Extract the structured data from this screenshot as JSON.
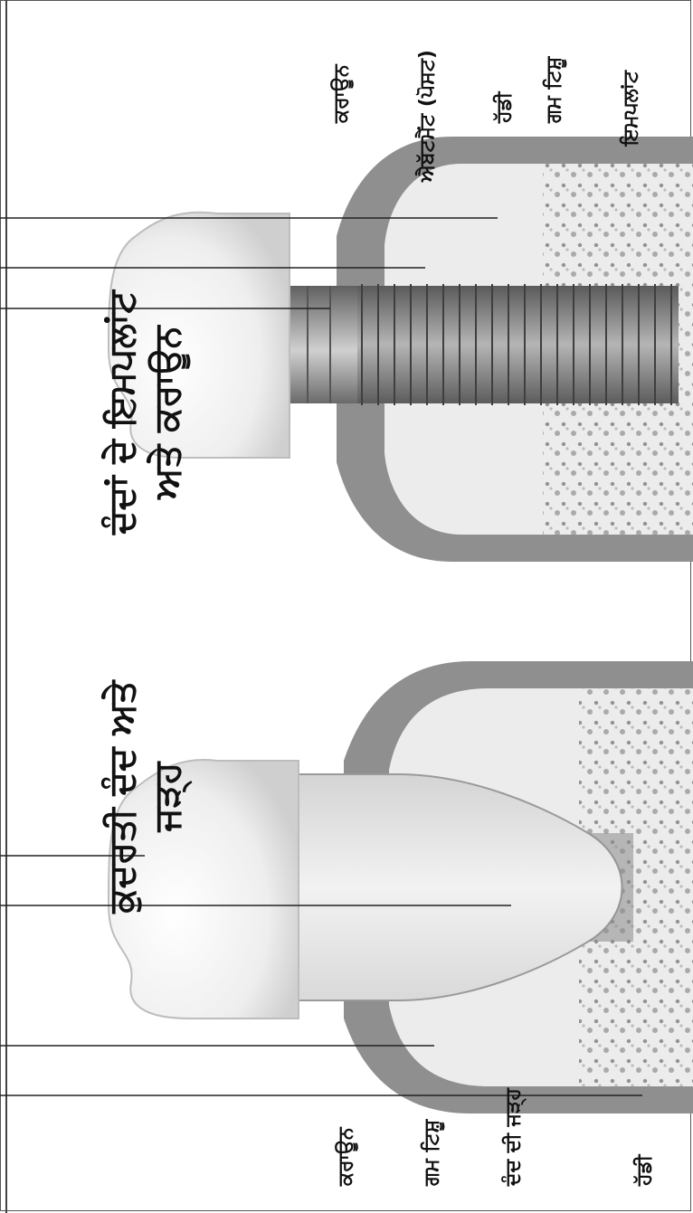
{
  "titles": {
    "left": [
      "ਕੁਦਰਤੀ ਦੰਦ ਅਤੇ",
      "ਜੜ੍ਹ"
    ],
    "right": [
      "ਦੰਦਾਂ ਦੇ ਇਮਪਲਾਂਟ",
      "ਅਤੇ ਕਰਾਊਨ"
    ]
  },
  "left_labels": {
    "crown": "ਕਰਾਊਨ",
    "gum": "ਗਮ ਟਿਸ਼ੂ",
    "root": "ਦੰਦ ਦੀ ਜੜ੍ਹ",
    "bone": "ਹੱਡੀ"
  },
  "right_labels": {
    "crown": "ਕਰਾਊਨ",
    "abutment": "ਐਬੱਟਮੈਂਟ (ਪੋਸਟ)",
    "bone": "ਹੱਡੀ",
    "gum": "ਗਮ ਟਿਸ਼ੂ",
    "implant": "ਇਮਪਲਾਂਟ"
  },
  "colors": {
    "gum": "#8e8e8e",
    "bone": "#e9e9e9",
    "tooth": "#f4f4f4",
    "implant": "#7a7a7a"
  }
}
